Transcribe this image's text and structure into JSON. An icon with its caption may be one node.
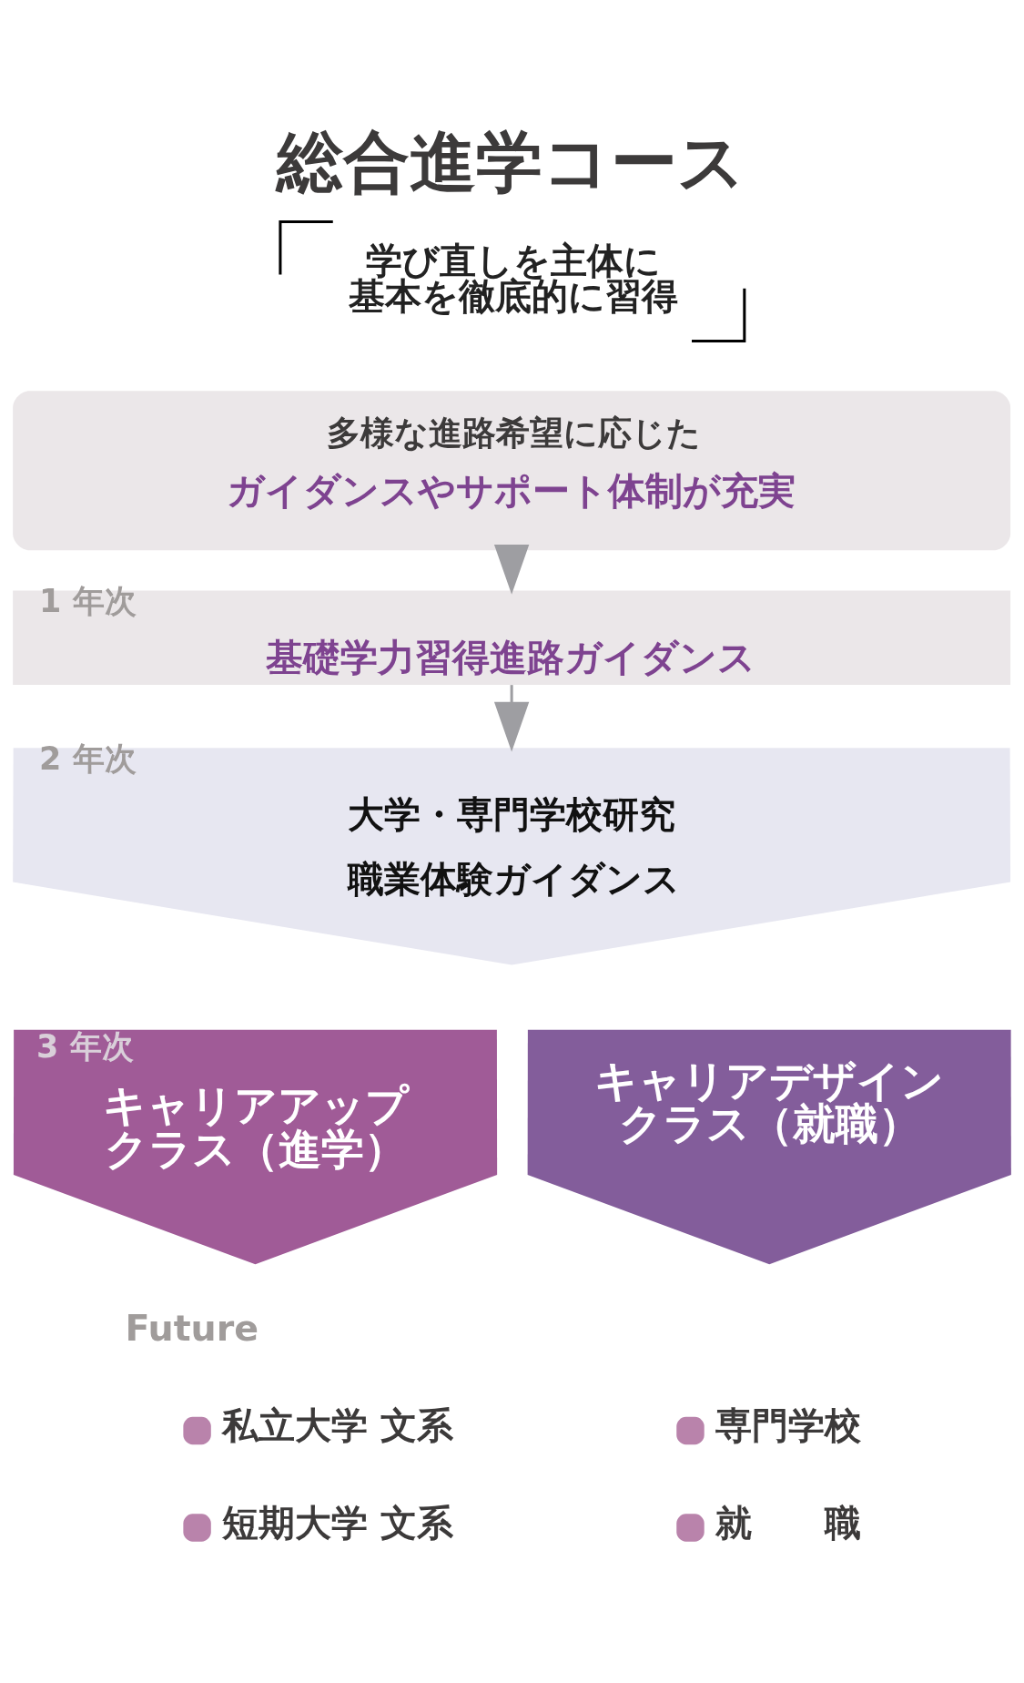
{
  "diagram": {
    "title": "総合進学コース",
    "nodes": [
      {
        "text": [
          "多様な進路希望に応じた",
          "ガイダンスやサポート体制が充実"
        ]
      },
      {
        "text": [
          "1 年次",
          "基礎学力習得進路ガイダンス"
        ]
      },
      {
        "text": [
          "2 年次",
          "大学・専門学校研究",
          "職業体験ガイダンス"
        ]
      },
      {
        "text": [
          "3 年次",
          "キャリアアップクラス（進学）"
        ]
      },
      {
        "text": [
          "キャリアデザインクラス（就職）"
        ]
      }
    ],
    "edges": [
      {
        "from": 0,
        "to": 1,
        "arrow": "to"
      },
      {
        "from": 1,
        "to": 2,
        "arrow": "to"
      }
    ],
    "labels": [
      "学び直しを主体に基本を徹底的に習得",
      "Future",
      "私立大学 文系",
      "専門学校",
      "短期大学 文系",
      "就　　職"
    ]
  }
}
